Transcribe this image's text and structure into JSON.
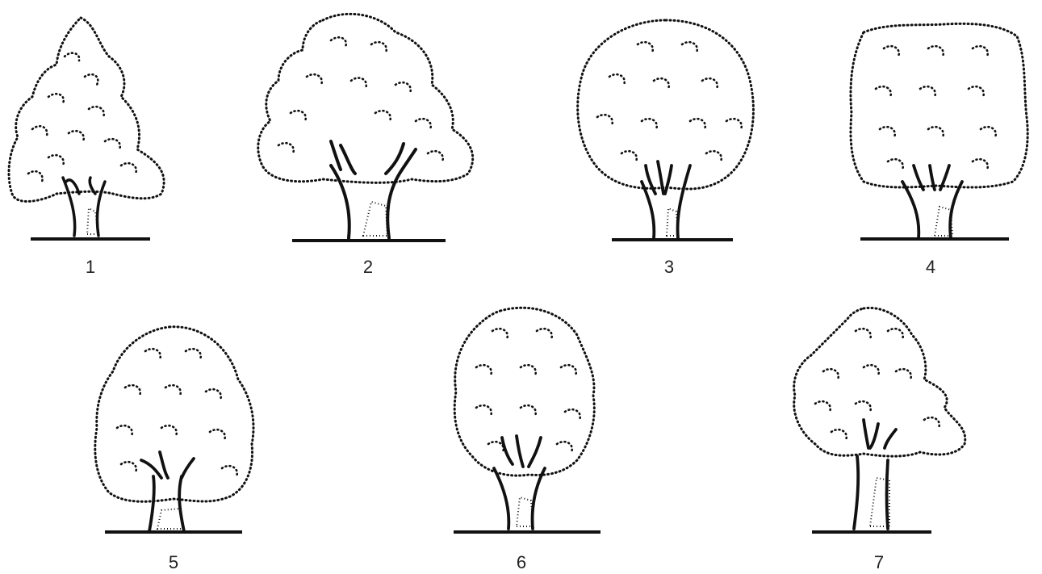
{
  "trees": [
    {
      "label": "1",
      "shape": "conical"
    },
    {
      "label": "2",
      "shape": "broad-spreading"
    },
    {
      "label": "3",
      "shape": "round"
    },
    {
      "label": "4",
      "shape": "square"
    },
    {
      "label": "5",
      "shape": "oval-broad"
    },
    {
      "label": "6",
      "shape": "columnar-oval"
    },
    {
      "label": "7",
      "shape": "irregular"
    }
  ],
  "colors": {
    "ink": "#111111",
    "label": "#222222",
    "background": "#ffffff"
  }
}
